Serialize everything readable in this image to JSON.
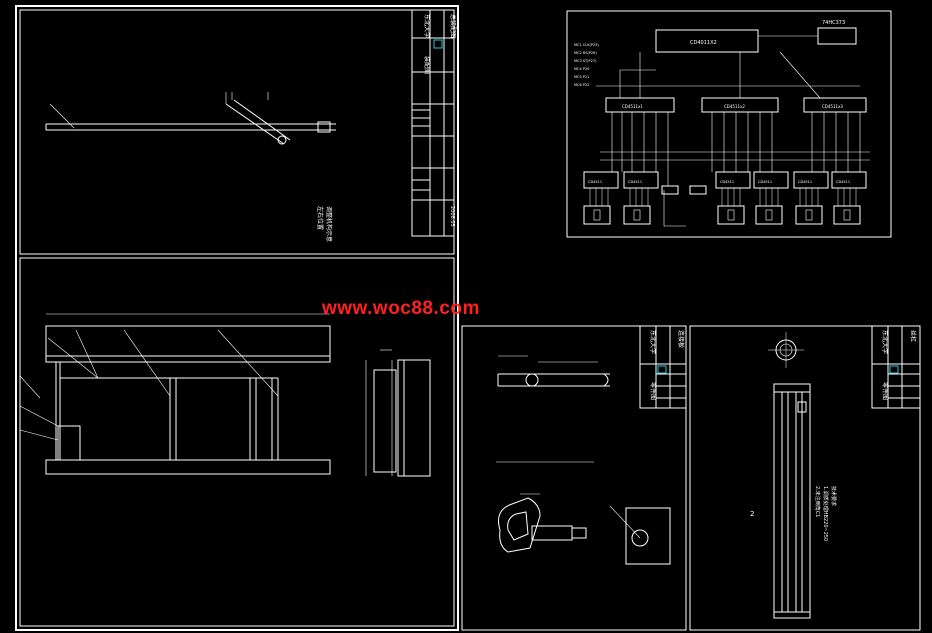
{
  "watermark": "www.woc88.com",
  "colors": {
    "background": "#000000",
    "line": "#ffffff",
    "watermark": "#ff2020",
    "accent_cyan": "#26c6da"
  },
  "sheet1": {
    "title_block": [
      "东北大学",
      "装配图",
      "总装配图",
      "2008.05"
    ],
    "vertical_note": [
      "左右位置",
      "调整机构示意"
    ]
  },
  "sheet2": {
    "main_chip": "CD4011X2",
    "side_chip": "74HC373",
    "mid_chips": [
      "CD4511x1",
      "CD4511x2",
      "CD4511x3"
    ],
    "drivers": [
      "CD4511",
      "CD4511",
      "CD4511",
      "CD4511",
      "CD4511",
      "CD4511"
    ],
    "signals": [
      "MC1 CLK(P25)",
      "MC2 RS(P26)",
      "MC3 ST(P27)",
      "MC4 P20",
      "MC5 P21",
      "MC6 P22"
    ]
  },
  "sheet3": {
    "title_block": [
      "东北大学",
      "零件图",
      "连接板"
    ]
  },
  "sheet4": {
    "title_block": [
      "东北大学",
      "零件图",
      "丝杠"
    ],
    "note_lines": [
      "技术要求",
      "1.调质处理HB220~250",
      "2.未注倒角C1"
    ],
    "label": "2"
  }
}
